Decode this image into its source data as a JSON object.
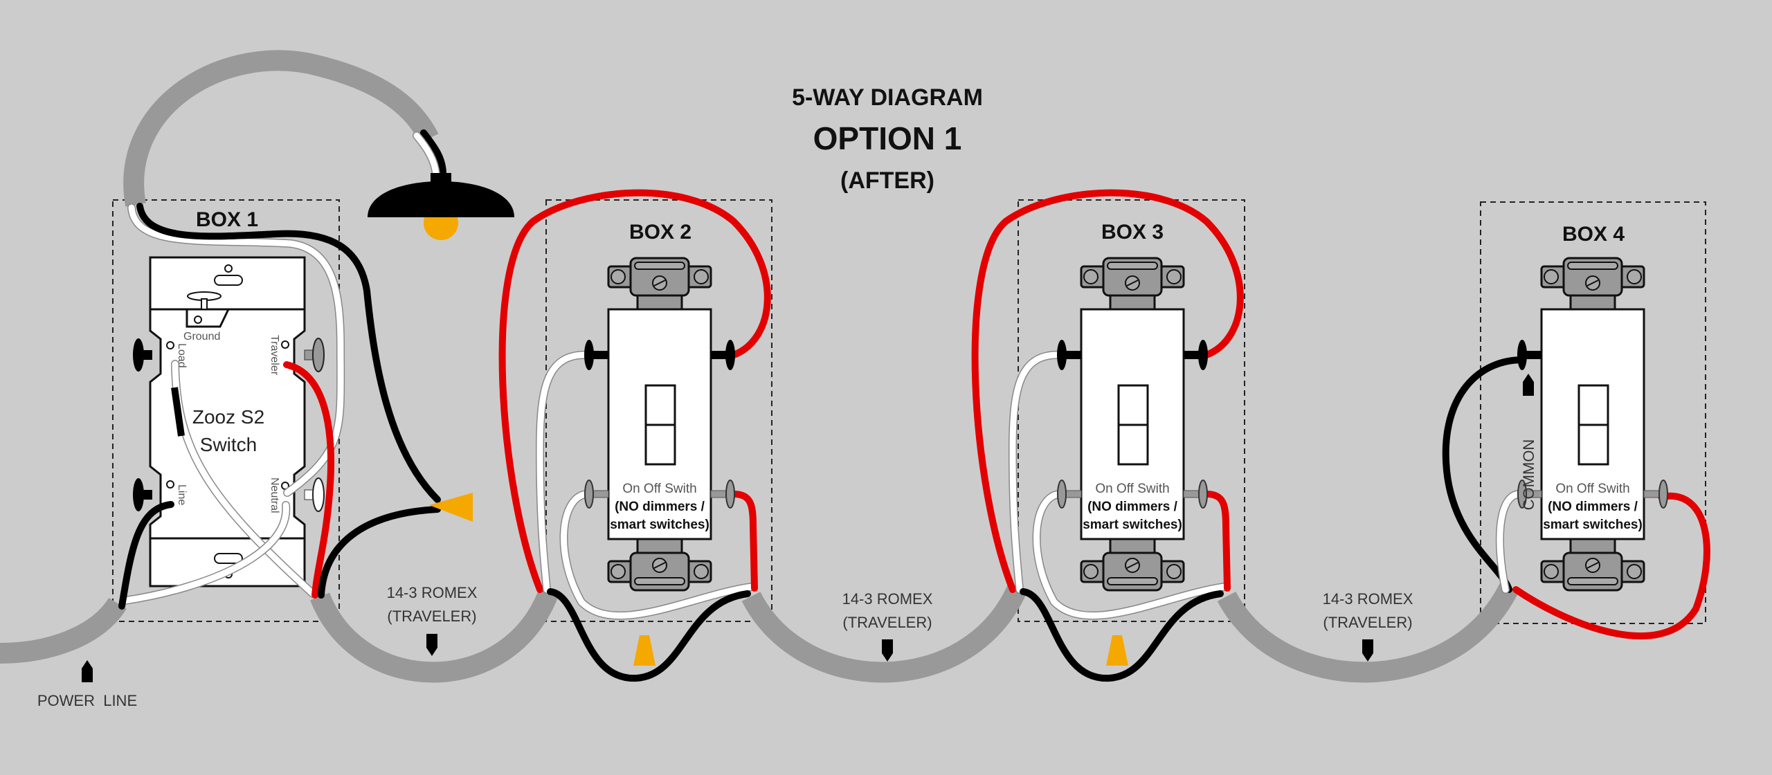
{
  "title": {
    "line1": "5-WAY DIAGRAM",
    "line2": "OPTION 1",
    "line3": "(AFTER)"
  },
  "boxes": [
    {
      "label": "BOX 1"
    },
    {
      "label": "BOX 2"
    },
    {
      "label": "BOX 3"
    },
    {
      "label": "BOX 4"
    }
  ],
  "smart_switch": {
    "name_line1": "Zooz S2",
    "name_line2": "Switch",
    "terminals": {
      "ground": "Ground",
      "load": "Load",
      "traveler": "Traveler",
      "line": "Line",
      "neutral": "Neutral"
    }
  },
  "dumb_switch": {
    "line1": "On Off Swith",
    "line2": "(NO dimmers /",
    "line3": "smart switches)"
  },
  "cables": [
    {
      "line1": "14-3 ROMEX",
      "line2": "(TRAVELER)"
    },
    {
      "line1": "14-3 ROMEX",
      "line2": "(TRAVELER)"
    },
    {
      "line1": "14-3 ROMEX",
      "line2": "(TRAVELER)"
    }
  ],
  "power_line": "POWER  LINE",
  "common": "COMMON",
  "colors": {
    "background": "#cccccc",
    "hot": "#000000",
    "traveler": "#e30000",
    "neutral": "#ffffff",
    "cable": "#999999",
    "wire_nut": "#f5a800"
  }
}
